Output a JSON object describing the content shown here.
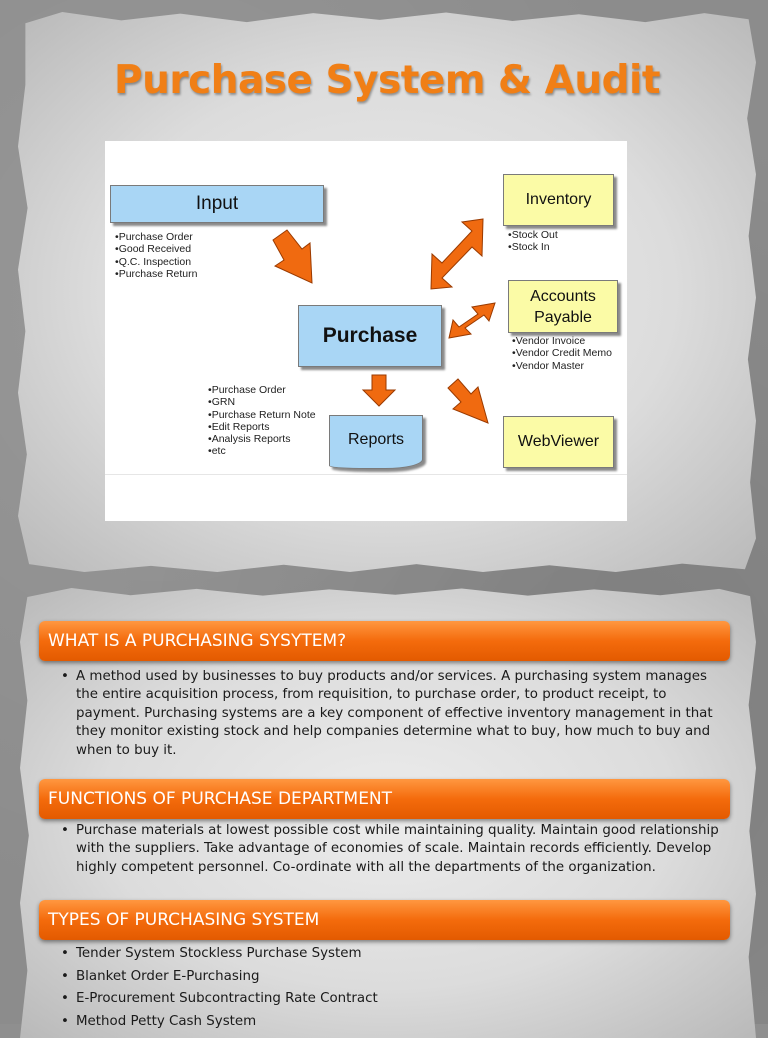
{
  "slide1": {
    "title": "Purchase System & Audit",
    "diagram": {
      "input": {
        "label": "Input",
        "items": [
          "Purchase Order",
          "Good Received",
          "Q.C. Inspection",
          "Purchase Return"
        ]
      },
      "purchase": {
        "label": "Purchase"
      },
      "inventory": {
        "label": "Inventory",
        "items": [
          "Stock Out",
          "Stock In"
        ]
      },
      "accounts_payable": {
        "label_line1": "Accounts",
        "label_line2": "Payable",
        "items": [
          "Vendor Invoice",
          "Vendor Credit Memo",
          "Vendor Master"
        ]
      },
      "reports": {
        "label": "Reports",
        "items": [
          "Purchase Order",
          "GRN",
          "Purchase Return Note",
          "Edit Reports",
          "Analysis Reports",
          "etc"
        ]
      },
      "webviewer": {
        "label": "WebViewer"
      }
    }
  },
  "slide2": {
    "sections": [
      {
        "heading": "WHAT IS A PURCHASING SYSYTEM?",
        "bullets": [
          "A method used by businesses to buy products and/or services. A purchasing system manages the entire acquisition process, from requisition, to purchase order, to product receipt, to payment. Purchasing systems are a key component of effective inventory management in that they monitor existing stock and help companies determine what to buy, how much to buy and when to buy it."
        ]
      },
      {
        "heading": "FUNCTIONS OF PURCHASE DEPARTMENT",
        "bullets": [
          "Purchase materials at lowest possible cost while maintaining quality. Maintain good relationship with the suppliers. Take advantage of economies of scale. Maintain records efficiently. Develop highly competent personnel. Co-ordinate with all the departments of the organization."
        ]
      },
      {
        "heading": "TYPES OF PURCHASING SYSTEM",
        "bullets": [
          "Tender System Stockless Purchase System",
          "Blanket Order E-Purchasing",
          "E-Procurement Subcontracting Rate Contract",
          "Method Petty Cash System"
        ]
      }
    ]
  },
  "colors": {
    "title_orange": "#f07f16",
    "header_orange": "#f46b0c",
    "input_box_blue": "#a9d6f5",
    "side_box_yellow": "#fbfba6",
    "arrow_orange": "#f06a10",
    "background_gray": "#8c8c8c"
  }
}
